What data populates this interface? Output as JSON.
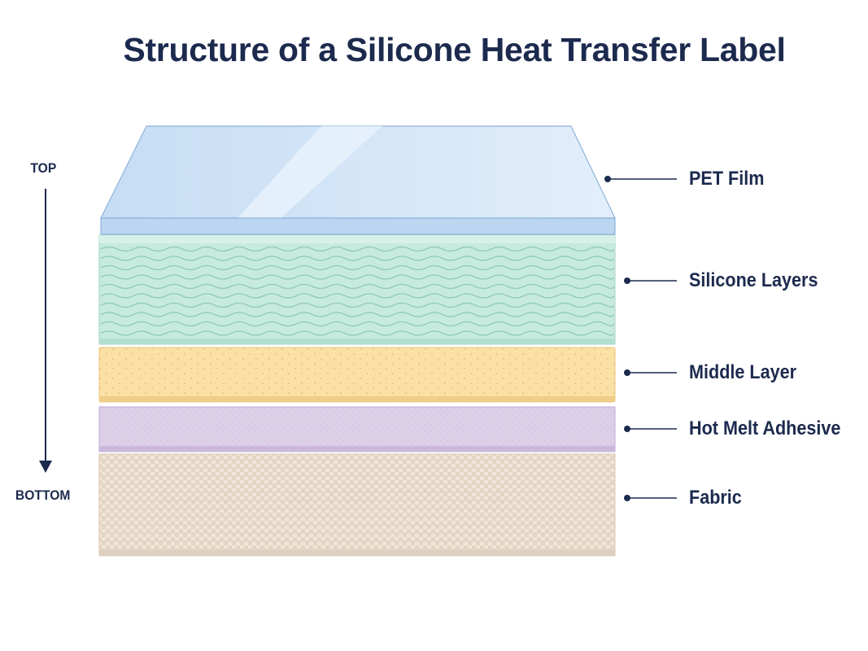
{
  "title": "Structure of a Silicone Heat Transfer Label",
  "axis": {
    "top_label": "TOP",
    "bottom_label": "BOTTOM"
  },
  "layers": [
    {
      "name": "PET Film",
      "color": "#cfe3f6"
    },
    {
      "name": "Silicone Layers",
      "color": "#c7eadf"
    },
    {
      "name": "Middle Layer",
      "color": "#fbe0a6"
    },
    {
      "name": "Hot Melt Adhesive",
      "color": "#ddd0e9"
    },
    {
      "name": "Fabric",
      "color": "#eee3d5"
    }
  ]
}
